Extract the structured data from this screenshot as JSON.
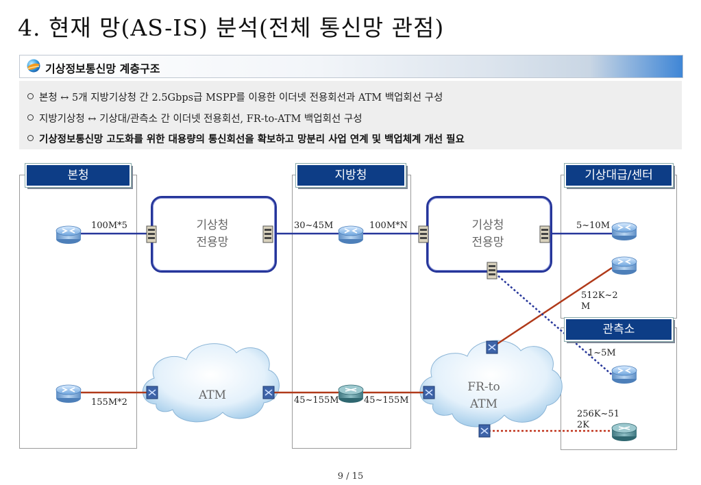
{
  "page": {
    "title": "4. 현재 망(AS-IS) 분석(전체 통신망 관점)",
    "page_number": "9 / 15"
  },
  "section": {
    "title": "기상정보통신망 계층구조",
    "bullets": [
      "본청 ↔ 5개 지방기상청 간 2.5Gbps급 MSPP를 이용한 이더넷 전용회선과 ATM 백업회선 구성",
      "지방기상청 ↔ 기상대/관측소 간 이더넷 전용회선, FR-to-ATM 백업회선 구성",
      "기상정보통신망 고도화를 위한 대용량의 통신회선을 확보하고 망분리 사업 연계 및 백업체계 개선 필요"
    ]
  },
  "diagram": {
    "zones": {
      "hq": "본청",
      "regional": "지방청",
      "station": "기상대급/센터",
      "observatory": "관측소"
    },
    "networks": {
      "kma_net_1": "기상청\n전용망",
      "kma_net_2": "기상청\n전용망",
      "atm": "ATM",
      "fr_atm": "FR-to\nATM"
    },
    "links": {
      "hq_primary": "100M*5",
      "hq_backup": "155M*2",
      "regional_in": "30~45M",
      "regional_out": "100M*N",
      "regional_atm_in": "45~155M",
      "regional_atm_out": "45~155M",
      "station_primary": "5~10M",
      "station_backup": "512K~2\nM",
      "obs_primary": "1~5M",
      "obs_backup": "256K~51\n2K"
    },
    "colors": {
      "zone_header": "#0d3d86",
      "network_border": "#26369a",
      "ethernet_line": "#26369a",
      "backup_line": "#b03a1a",
      "dotted_primary": "#26369a",
      "dotted_backup": "#c0321a"
    }
  }
}
